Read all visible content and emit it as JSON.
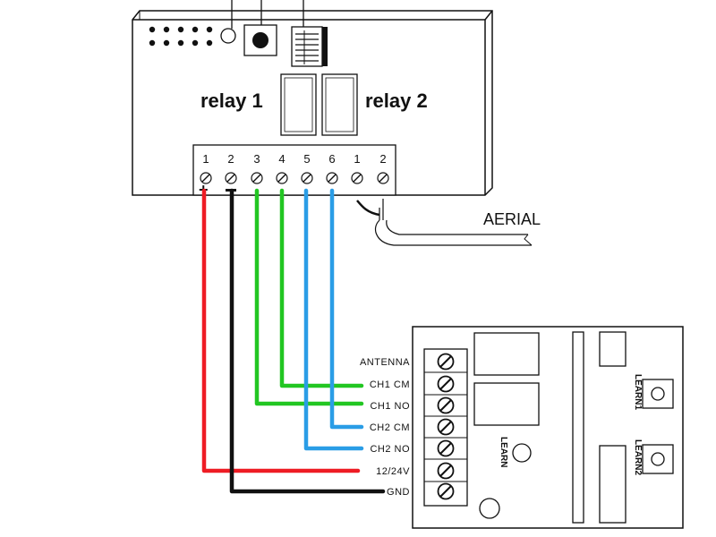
{
  "upper_board": {
    "relay1_label": "relay 1",
    "relay2_label": "relay 2",
    "terminal_numbers": [
      "1",
      "2",
      "3",
      "4",
      "5",
      "6",
      "1",
      "2"
    ],
    "plus_sign": "+",
    "minus_sign": "−",
    "aerial_label": "AERIAL"
  },
  "lower_board": {
    "terminal_labels": [
      "ANTENNA",
      "CH1 CM",
      "CH1 NO",
      "CH2 CM",
      "CH2 NO",
      "12/24V",
      "GND"
    ],
    "learn_label": "LEARN",
    "learn1_label": "LEARN1",
    "learn2_label": "LEARN2"
  },
  "colors": {
    "positive_wire": "#ee1c24",
    "negative_wire": "#111111",
    "channel1_wires": "#22c622",
    "channel2_wires": "#2a9de6"
  }
}
